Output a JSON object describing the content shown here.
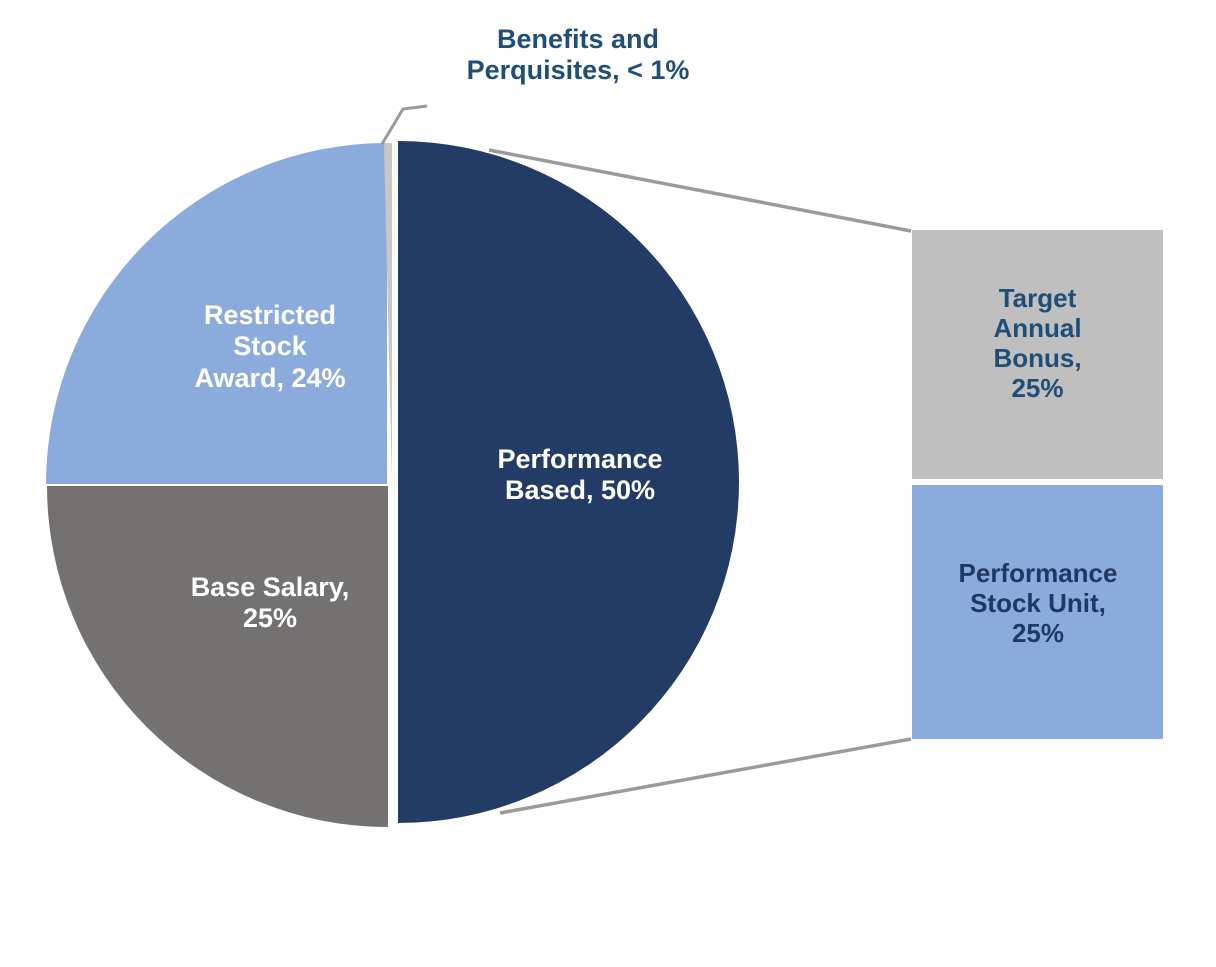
{
  "chart_data": {
    "type": "pie",
    "title": "Benefits and Perquisites, < 1%",
    "xlabel": "",
    "ylabel": "",
    "legend_position": "none",
    "grid": false,
    "categories": [
      "Performance Based",
      "Base Salary",
      "Restricted Stock Award",
      "Benefits and Perquisites"
    ],
    "values": [
      50,
      25,
      24,
      1
    ],
    "value_labels": [
      "50%",
      "25%",
      "24%",
      "< 1%"
    ],
    "slices": [
      {
        "name": "Performance Based",
        "label": "Performance\nBased, 50%",
        "value": 50,
        "value_label": "50%",
        "color": "#233C66",
        "text_color": "#FFFFFF"
      },
      {
        "name": "Base Salary",
        "label": "Base Salary,\n25%",
        "value": 25,
        "value_label": "25%",
        "color": "#747171",
        "text_color": "#FFFFFF"
      },
      {
        "name": "Restricted Stock Award",
        "label": "Restricted\nStock\nAward, 24%",
        "value": 24,
        "value_label": "24%",
        "color": "#8CABDD",
        "text_color": "#FFFFFF"
      },
      {
        "name": "Benefits and Perquisites",
        "label": "Benefits and\nPerquisites, < 1%",
        "value": 1,
        "value_label": "< 1%",
        "color": "#C9C6C4",
        "text_color": "#1F4E79"
      }
    ],
    "callouts": [
      {
        "name": "Target Annual Bonus",
        "label": "Target\nAnnual\nBonus,\n25%",
        "value": 25,
        "value_label": "25%",
        "box_color": "#BFBFBF",
        "text_color": "#1F4E79"
      },
      {
        "name": "Performance Stock Unit",
        "label": "Performance\nStock Unit,\n25%",
        "value": 25,
        "value_label": "25%",
        "box_color": "#8CABDD",
        "text_color": "#1F3864"
      }
    ],
    "colors": {
      "navy": "#233C66",
      "light_blue": "#8CABDD",
      "gray": "#747171",
      "light_gray": "#BFBFBF",
      "sliver_gray": "#C9C6C4",
      "title_blue": "#1F4E79",
      "leader_line": "#9A9A9A",
      "background": "#FFFFFF"
    }
  }
}
